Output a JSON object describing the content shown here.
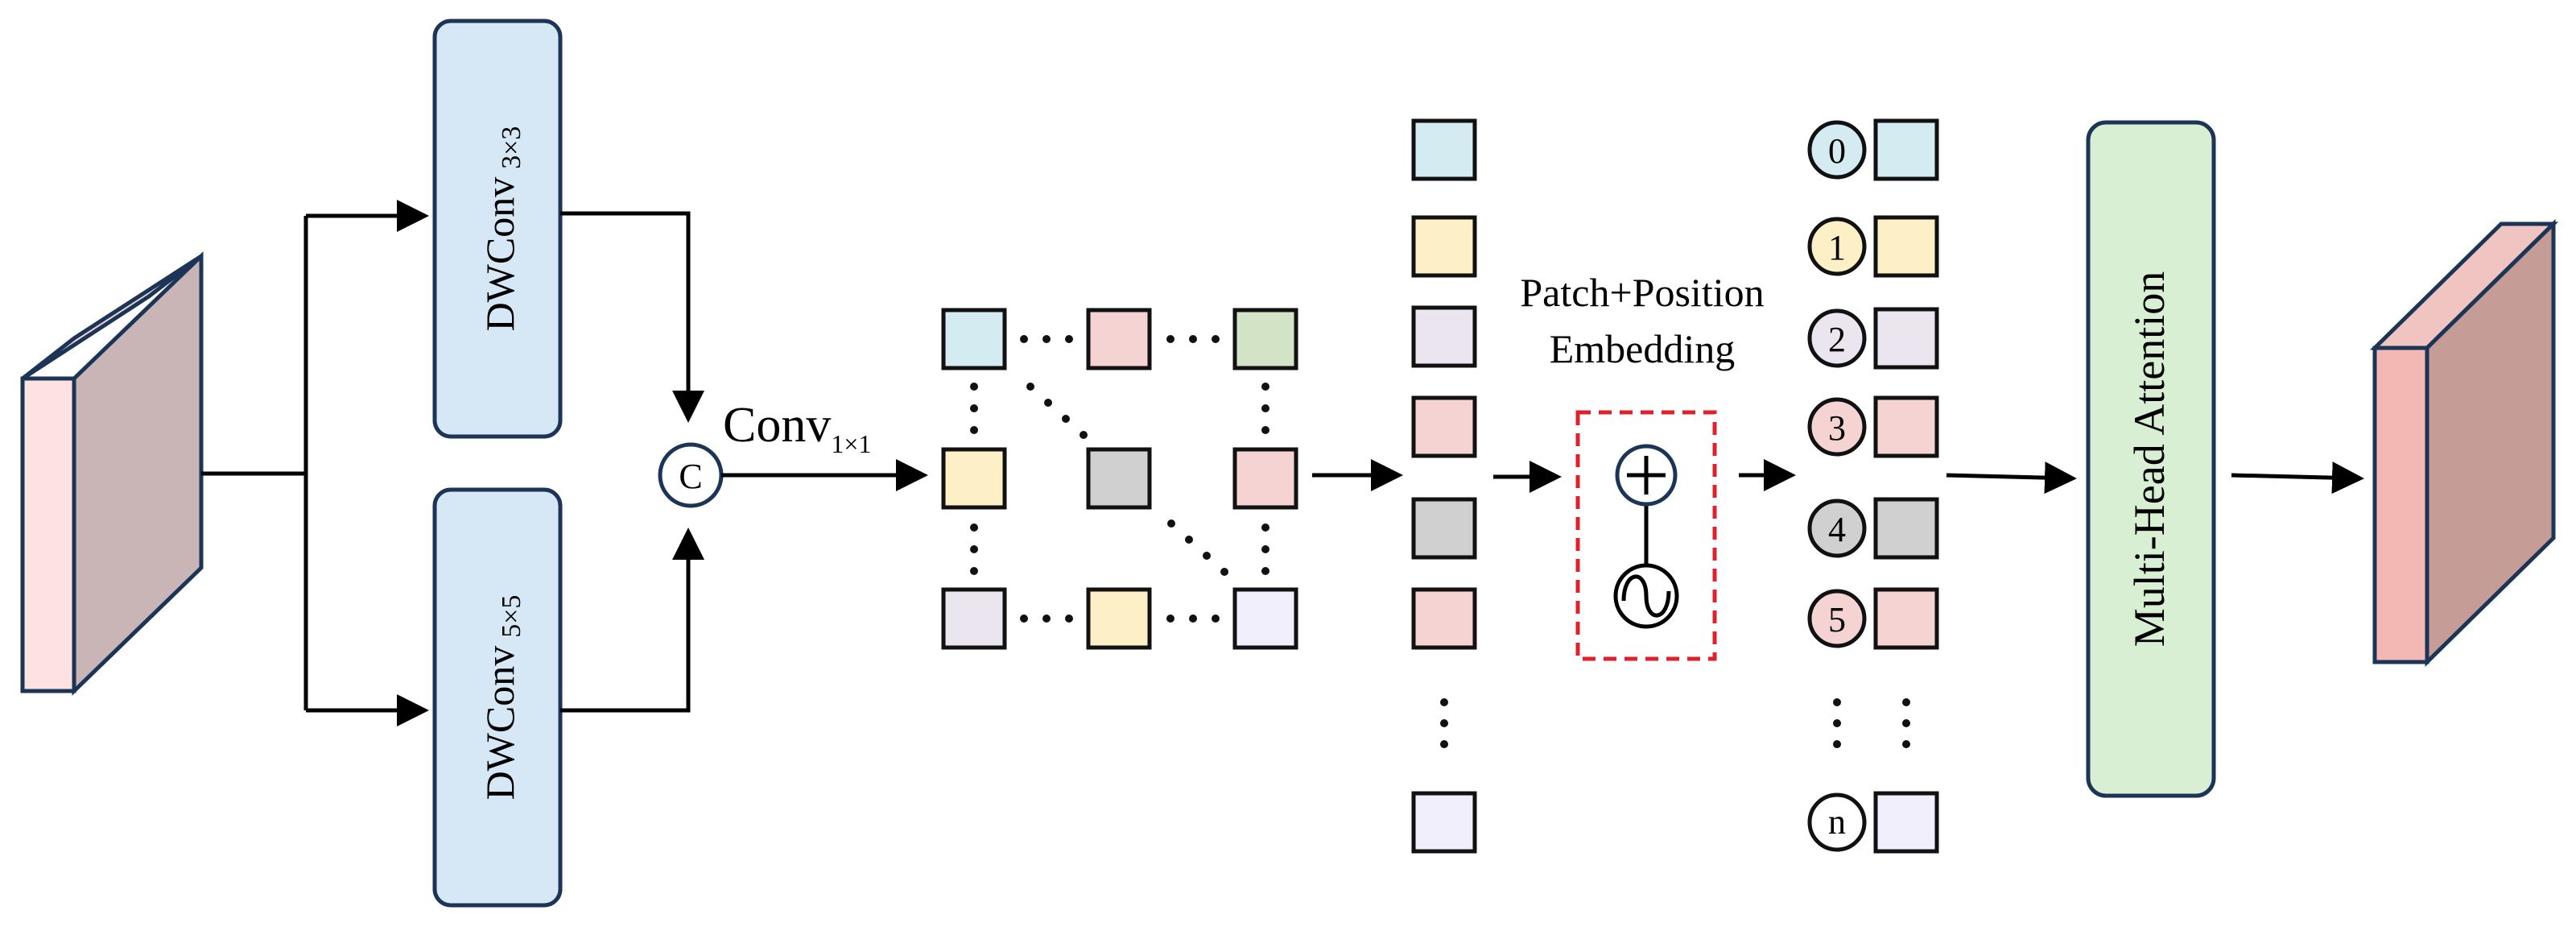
{
  "labels": {
    "dwconv_top": "DWConv",
    "dwconv_top_sub": "3×3",
    "dwconv_bottom": "DWConv",
    "dwconv_bottom_sub": "5×5",
    "concat": "C",
    "conv": "Conv",
    "conv_sub": "1×1",
    "embedding_line1": "Patch+Position",
    "embedding_line2": "Embedding",
    "attention": "Multi-Head Attention",
    "position_indices": [
      "0",
      "1",
      "2",
      "3",
      "4",
      "5",
      "n"
    ]
  },
  "colors": {
    "dwconv_fill": "#d6e8f5",
    "attention_fill": "#d8efd4",
    "frame_stroke": "#1c3557",
    "input_front": "#fde2e2",
    "input_side": "#c9b5b6",
    "output_front": "#f3b8b4",
    "output_side": "#c69c97",
    "dashed_box": "#e0202a",
    "patch_cyan": "#d4ecf1",
    "patch_yellow": "#fdf0c6",
    "patch_lavender": "#ebe5f0",
    "patch_pink": "#f6d3d3",
    "patch_gray": "#d0d0d0",
    "patch_green": "#d3e4c6",
    "patch_white": "#f1effc"
  },
  "icons": {
    "sum": "circled-plus-icon",
    "position": "sine-wave-icon"
  }
}
